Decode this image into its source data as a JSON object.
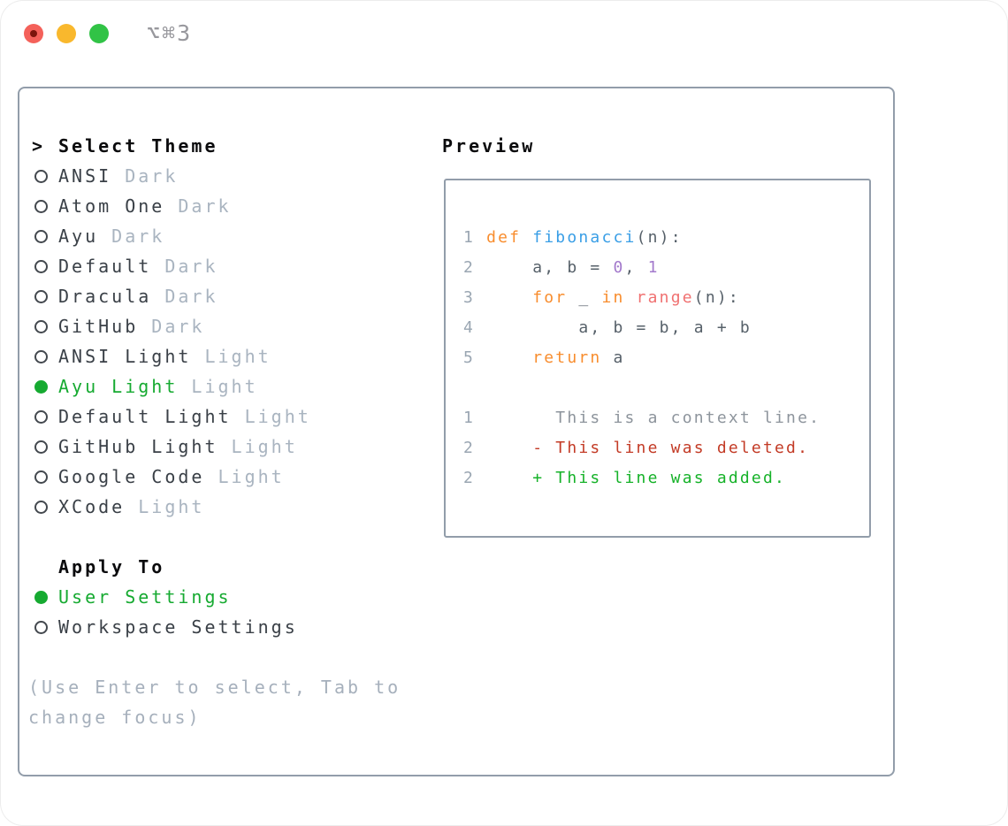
{
  "window": {
    "title": "⌥⌘3",
    "traffic_lights": {
      "close": "#f4615a",
      "close_dot": "#7c150c",
      "minimize": "#f9b82d",
      "zoom": "#31c346"
    }
  },
  "colors": {
    "keyword": "#f88d2e",
    "function": "#399ee6",
    "builtin": "#f07171",
    "number": "#a37acc",
    "fg": "#566069",
    "gutter": "#9aa6b2",
    "context": "#8d949c",
    "deleted": "#c33b26",
    "added": "#16b229",
    "selection_green": "#16aa31",
    "tag_gray": "#a9b4c0",
    "border_gray": "#929daa"
  },
  "theme_picker": {
    "prompt": ">",
    "header": "Select Theme",
    "items": [
      {
        "name": "ANSI",
        "variant": "Dark",
        "selected": false
      },
      {
        "name": "Atom One",
        "variant": "Dark",
        "selected": false
      },
      {
        "name": "Ayu",
        "variant": "Dark",
        "selected": false
      },
      {
        "name": "Default",
        "variant": "Dark",
        "selected": false
      },
      {
        "name": "Dracula",
        "variant": "Dark",
        "selected": false
      },
      {
        "name": "GitHub",
        "variant": "Dark",
        "selected": false
      },
      {
        "name": "ANSI Light",
        "variant": "Light",
        "selected": false
      },
      {
        "name": "Ayu Light",
        "variant": "Light",
        "selected": true
      },
      {
        "name": "Default Light",
        "variant": "Light",
        "selected": false
      },
      {
        "name": "GitHub Light",
        "variant": "Light",
        "selected": false
      },
      {
        "name": "Google Code",
        "variant": "Light",
        "selected": false
      },
      {
        "name": "XCode",
        "variant": "Light",
        "selected": false
      }
    ]
  },
  "apply_to": {
    "header": "Apply To",
    "options": [
      {
        "name": "User Settings",
        "selected": true
      },
      {
        "name": "Workspace Settings",
        "selected": false
      }
    ]
  },
  "footer_hint": "(Use Enter to select, Tab to change focus)",
  "preview": {
    "header": "Preview",
    "lines": [
      {
        "blank": true
      },
      {
        "num": "1",
        "segs": [
          [
            "def ",
            "keyword"
          ],
          [
            "fibonacci",
            "function"
          ],
          [
            "(n):",
            "fg"
          ]
        ]
      },
      {
        "num": "2",
        "segs": [
          [
            "    a, b = ",
            "fg"
          ],
          [
            "0",
            "number"
          ],
          [
            ", ",
            "fg"
          ],
          [
            "1",
            "number"
          ]
        ]
      },
      {
        "num": "3",
        "segs": [
          [
            "    ",
            "fg"
          ],
          [
            "for",
            "keyword"
          ],
          [
            " _ ",
            "fg"
          ],
          [
            "in",
            "keyword"
          ],
          [
            " ",
            "fg"
          ],
          [
            "range",
            "builtin"
          ],
          [
            "(n):",
            "fg"
          ]
        ]
      },
      {
        "num": "4",
        "segs": [
          [
            "        a, b = b, a + b",
            "fg"
          ]
        ]
      },
      {
        "num": "5",
        "segs": [
          [
            "    ",
            "fg"
          ],
          [
            "return",
            "keyword"
          ],
          [
            " a",
            "fg"
          ]
        ]
      },
      {
        "blank": true
      },
      {
        "num": "1",
        "segs": [
          [
            "      This is a context line.",
            "context"
          ]
        ]
      },
      {
        "num": "2",
        "segs": [
          [
            "    - This line was deleted.",
            "deleted"
          ]
        ]
      },
      {
        "num": "2",
        "segs": [
          [
            "    + This line was added.",
            "added"
          ]
        ]
      },
      {
        "blank": true
      }
    ]
  }
}
